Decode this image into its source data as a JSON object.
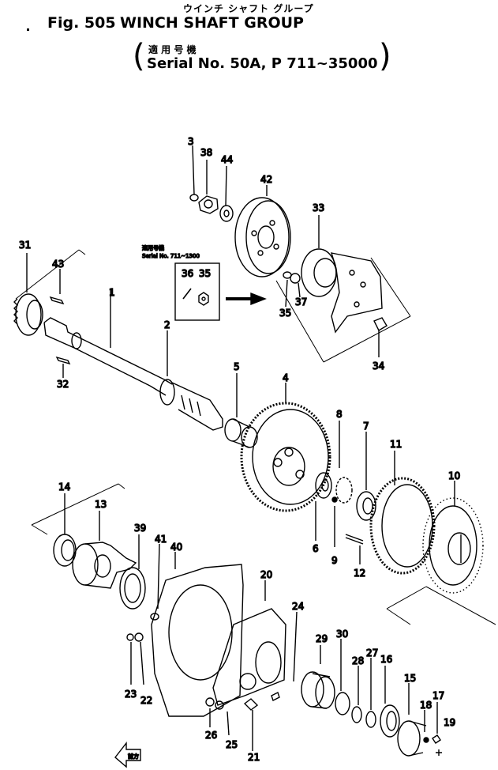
{
  "header": {
    "fig_label": "Fig. 505",
    "title_jp": "ウインチ シャフト グループ",
    "title_en": "WINCH SHAFT GROUP",
    "applicable_jp": "適 用 号 機",
    "serial": "Serial No. 50A, P  711~35000"
  },
  "inset": {
    "applicable_jp": "適用号機",
    "serial": "Serial No. 711~1300",
    "parts": [
      "36",
      "35"
    ]
  },
  "callouts": {
    "c3": "3",
    "c38": "38",
    "c44": "44",
    "c42": "42",
    "c33": "33",
    "c31": "31",
    "c43": "43",
    "c1": "1",
    "c2": "2",
    "c32": "32",
    "c35": "35",
    "c37": "37",
    "c34": "34",
    "c5": "5",
    "c4": "4",
    "c8": "8",
    "c7": "7",
    "c11": "11",
    "c10": "10",
    "c6": "6",
    "c9": "9",
    "c12": "12",
    "c14": "14",
    "c13": "13",
    "c39": "39",
    "c41": "41",
    "c40": "40",
    "c20": "20",
    "c24": "24",
    "c29": "29",
    "c30": "30",
    "c28": "28",
    "c27": "27",
    "c16": "16",
    "c15": "15",
    "c18": "18",
    "c17": "17",
    "c19": "19",
    "c23": "23",
    "c22": "22",
    "c26": "26",
    "c25": "25",
    "c21": "21"
  },
  "front_mark_jp": "前方"
}
